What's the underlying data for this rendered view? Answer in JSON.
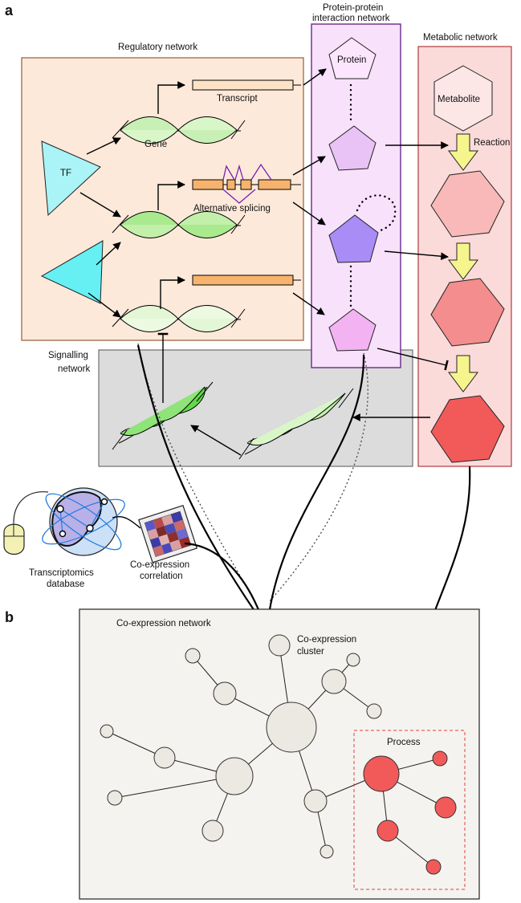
{
  "panels": {
    "a": "a",
    "b": "b"
  },
  "regulatory": {
    "title": "Regulatory network",
    "tf": "TF",
    "gene": "Gene",
    "transcript": "Transcript",
    "alt_splicing": "Alternative splicing"
  },
  "ppi": {
    "title_line1": "Protein-protein",
    "title_line2": "interaction network",
    "protein": "Protein"
  },
  "metabolic": {
    "title": "Metabolic network",
    "metabolite": "Metabolite",
    "reaction": "Reaction"
  },
  "signalling": {
    "line1": "Signalling",
    "line2": "network"
  },
  "database": {
    "line1": "Transcriptomics",
    "line2": "database"
  },
  "correlation": {
    "line1": "Co-expression",
    "line2": "correlation"
  },
  "coexpression": {
    "title": "Co-expression network",
    "cluster_line1": "Co-expression",
    "cluster_line2": "cluster",
    "process": "Process"
  },
  "colors": {
    "regulatory_fill": "#fde9d9",
    "regulatory_stroke": "#9a5a3a",
    "ppi_fill": "#f8e1fb",
    "ppi_stroke": "#6a2a8a",
    "metabolic_fill": "#fbdada",
    "metabolic_stroke": "#b23a3a",
    "signalling_fill": "#dcdcdc",
    "coexpression_fill": "#f5f3ef",
    "node_grey": "#ece9e2",
    "node_red": "#f25a5a",
    "arrow_yellow": "#f6f58d"
  }
}
